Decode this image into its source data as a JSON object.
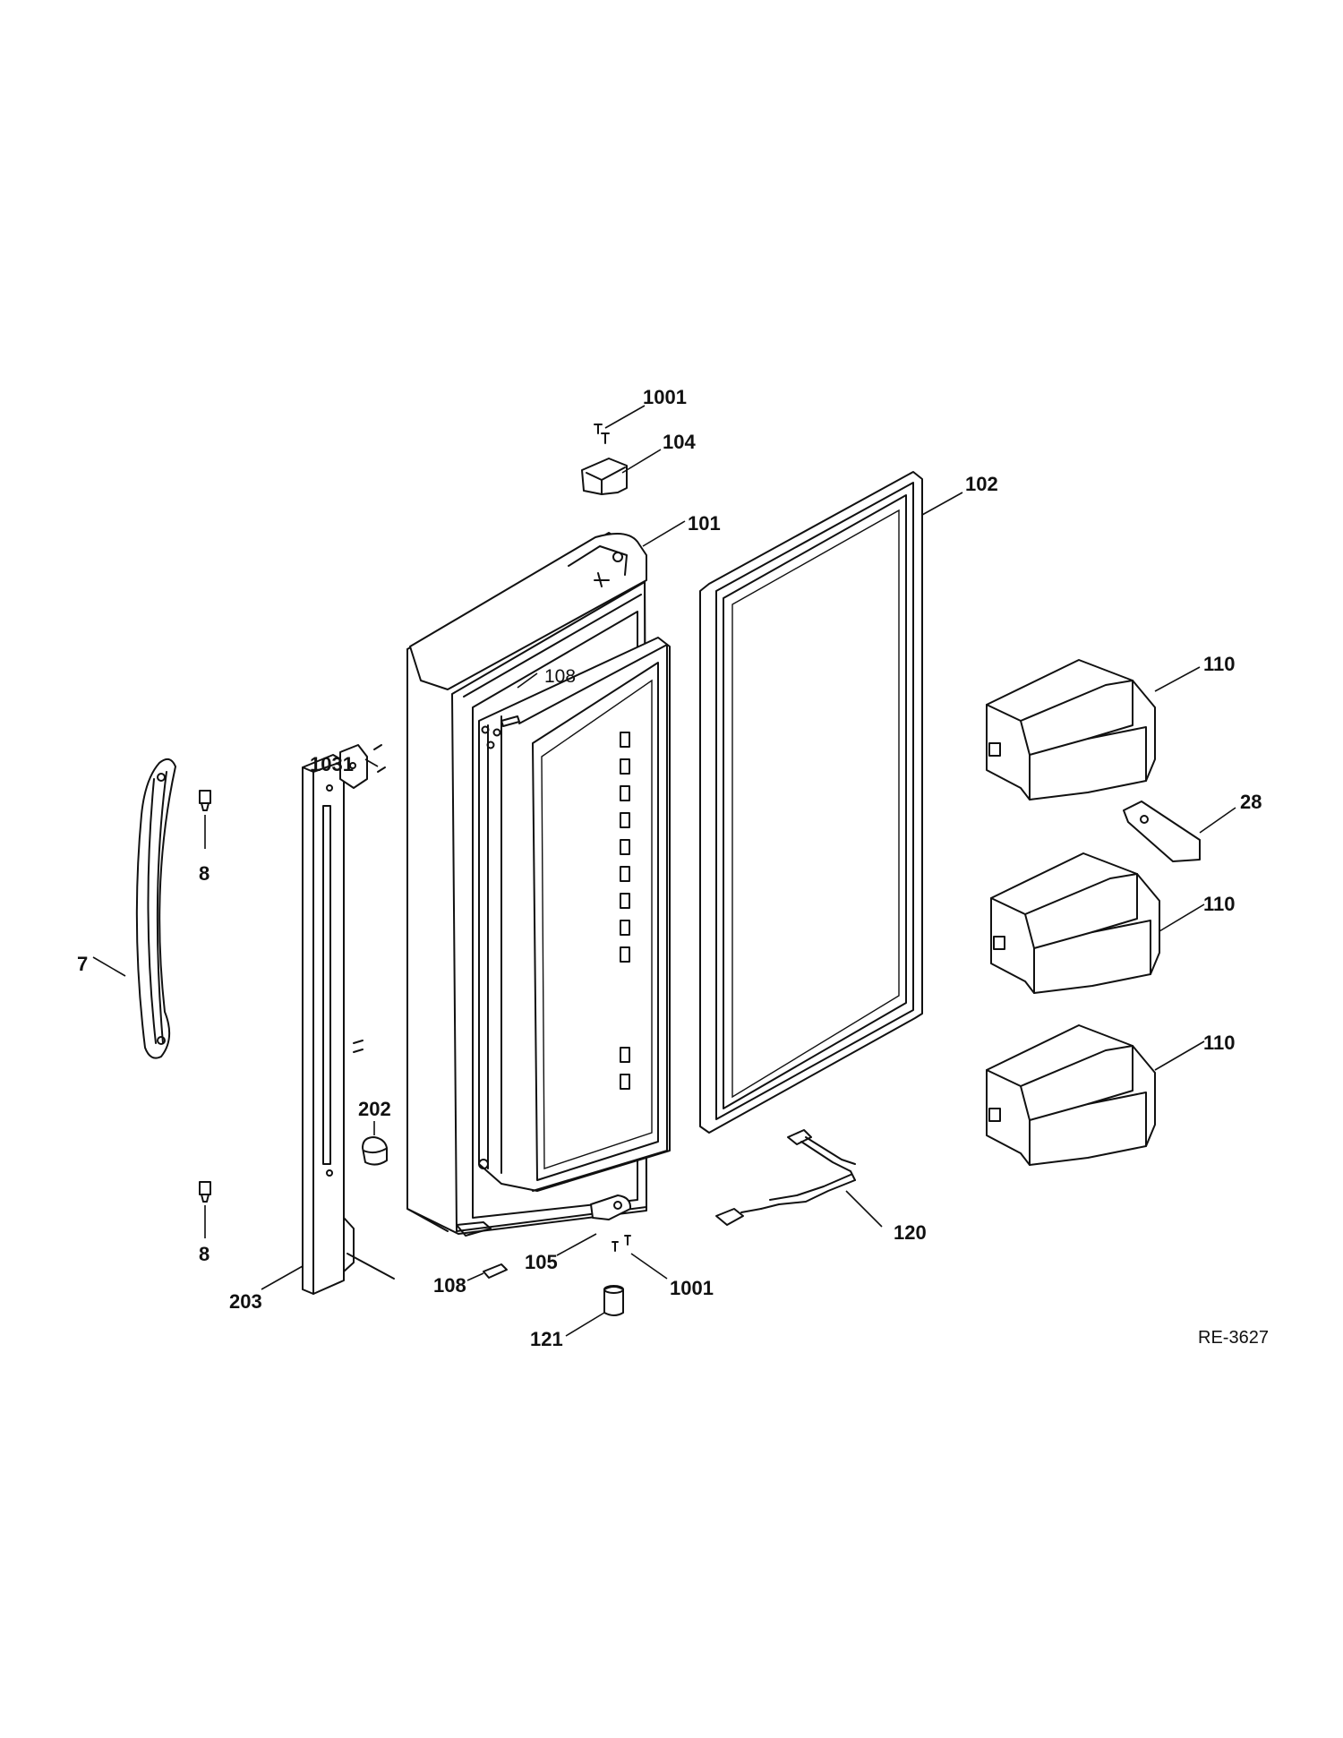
{
  "diagram": {
    "reference_code": "RE-3627",
    "callouts": {
      "screws_top": "1001",
      "hinge_cover_top": "104",
      "door_assembly": "101",
      "gasket": "102",
      "pin_top": "108",
      "screw_handle_trim": "1031",
      "handle_mount_top": "8",
      "handle": "7",
      "handle_mount_bottom": "8",
      "bin_top": "110",
      "bin_clip": "28",
      "bin_middle": "110",
      "bin_bottom": "110",
      "trim_cap": "202",
      "handle_trim": "203",
      "pin_bottom": "108",
      "hinge_plate_bottom": "105",
      "screws_bottom": "1001",
      "wire_harness": "120",
      "bushing": "121"
    }
  }
}
